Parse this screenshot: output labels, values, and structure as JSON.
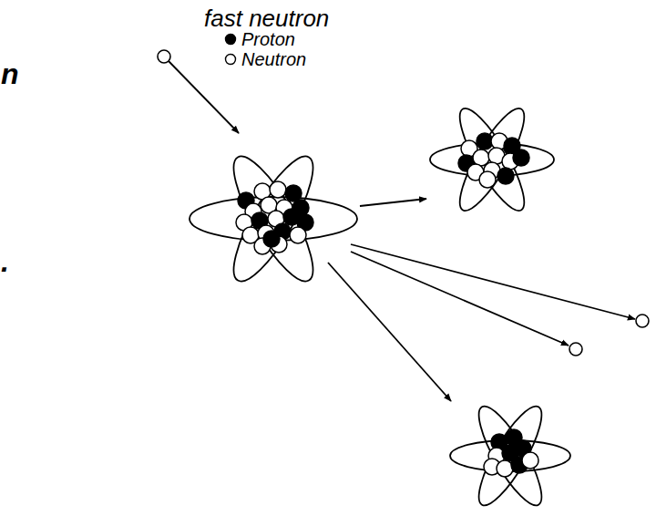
{
  "diagram": {
    "labels": [
      "fast neutron",
      "n",
      "."
    ],
    "legend": [
      {
        "text": "Proton"
      },
      {
        "text": "Neutron"
      }
    ]
  }
}
